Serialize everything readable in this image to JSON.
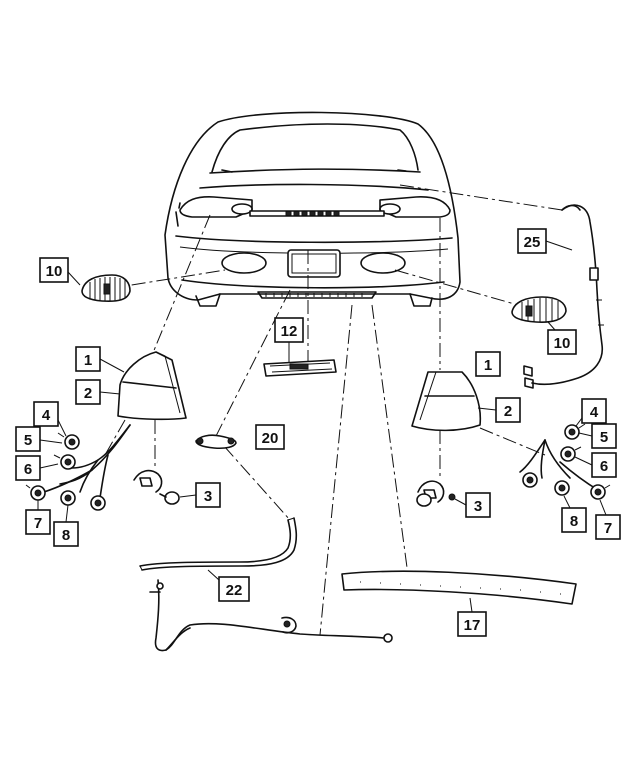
{
  "callouts": {
    "c1_left": "1",
    "c1_right": "1",
    "c2_left": "2",
    "c2_right": "2",
    "c3_left": "3",
    "c3_right": "3",
    "c4_left": "4",
    "c4_right": "4",
    "c5_left": "5",
    "c5_right": "5",
    "c6_left": "6",
    "c6_right": "6",
    "c7_left": "7",
    "c7_right": "7",
    "c8_left": "8",
    "c8_right": "8",
    "c10_left": "10",
    "c10_right": "10",
    "c12": "12",
    "c17": "17",
    "c20": "20",
    "c22": "22",
    "c25": "25"
  }
}
